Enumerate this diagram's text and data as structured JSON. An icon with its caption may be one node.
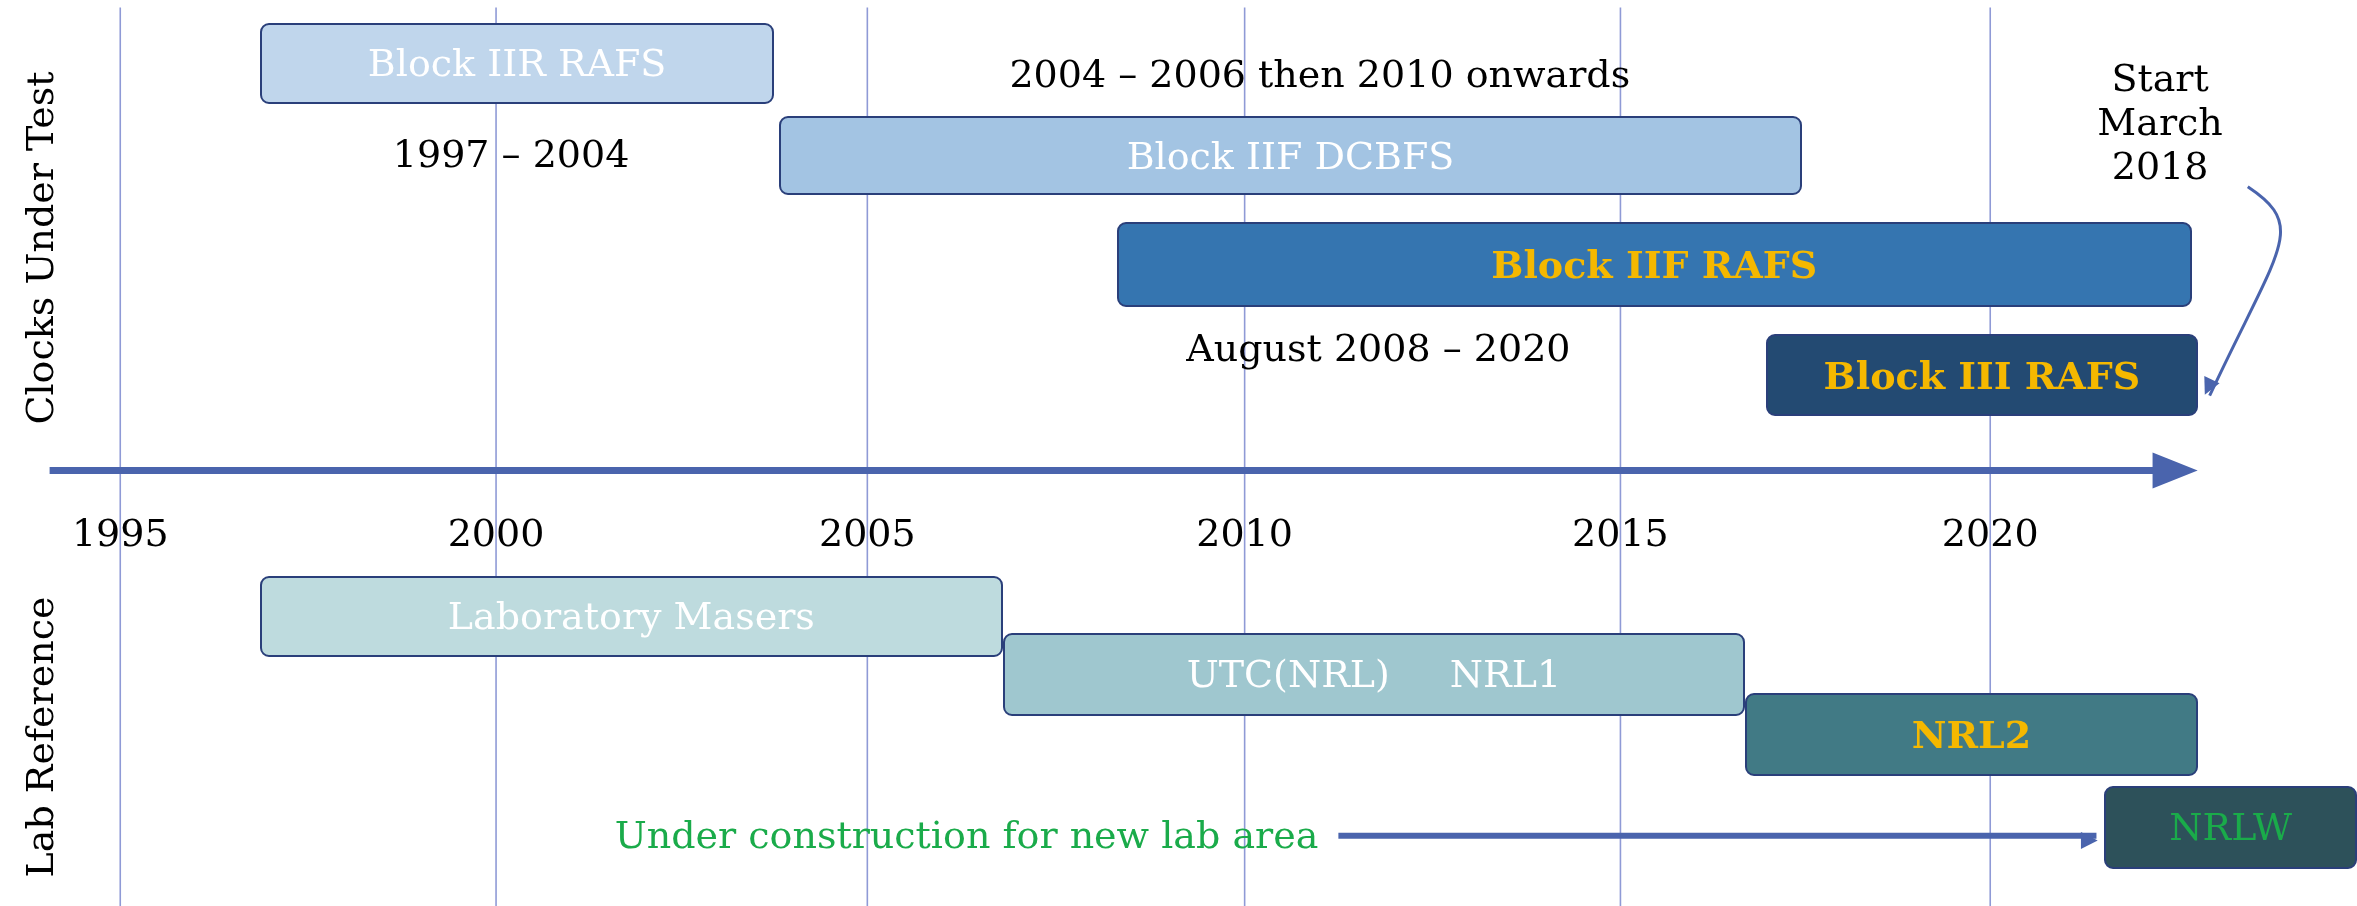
{
  "diagram": {
    "nodes": [
      {
        "text": [
          "Block IIR RAFS"
        ],
        "beside": [
          "1997 – 2004"
        ]
      },
      {
        "text": [
          "Block IIF DCBFS"
        ],
        "beside": [
          "2004 – 2006 then 2010 onwards"
        ]
      },
      {
        "text": [
          "Block IIF RAFS"
        ],
        "beside": [
          "August 2008 – 2020"
        ]
      },
      {
        "text": [
          "Start March 2018"
        ]
      },
      {
        "text": [
          "Block III RAFS"
        ]
      },
      {
        "text": [
          "Laboratory Masers"
        ]
      },
      {
        "text": [
          "UTC(NRL)",
          "NRL1"
        ]
      },
      {
        "text": [
          "NRL2"
        ]
      },
      {
        "text": [
          "Under construction for new lab area"
        ]
      },
      {
        "text": [
          "NRLW"
        ]
      }
    ],
    "edges": [
      {
        "from": 3,
        "to": 4,
        "arrow": "to"
      },
      {
        "from": 8,
        "to": 9,
        "arrow": "to"
      }
    ],
    "labels": [
      "Clocks Under Test",
      "1995",
      "2000",
      "2005",
      "2010",
      "2015",
      "2020",
      "Lab Reference"
    ]
  }
}
